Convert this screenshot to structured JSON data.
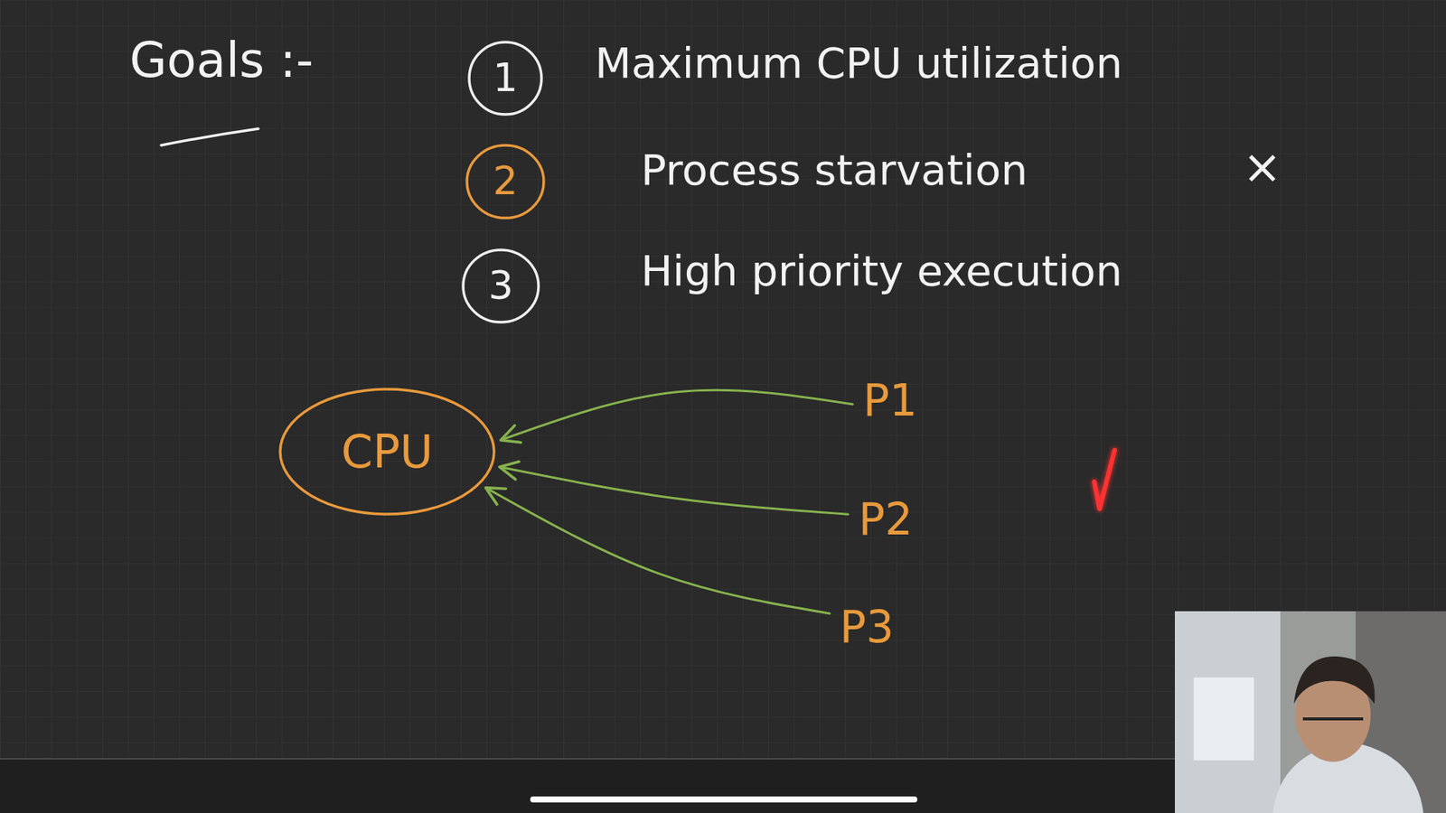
{
  "diagram": {
    "title": "Goals :-",
    "nodes": [
      {
        "text": [
          "1"
        ]
      },
      {
        "text": [
          "2"
        ]
      },
      {
        "text": [
          "3"
        ]
      },
      {
        "text": [
          "CPU"
        ]
      },
      {
        "text": [
          "P1"
        ]
      },
      {
        "text": [
          "P2"
        ]
      },
      {
        "text": [
          "P3"
        ]
      }
    ],
    "edges": [
      {
        "from": 4,
        "to": 3,
        "arrow": "to"
      },
      {
        "from": 5,
        "to": 3,
        "arrow": "to"
      },
      {
        "from": 6,
        "to": 3,
        "arrow": "to"
      }
    ],
    "labels": [
      "Maximum CPU utilization",
      "Process starvation",
      "×",
      "High priority execution"
    ]
  }
}
